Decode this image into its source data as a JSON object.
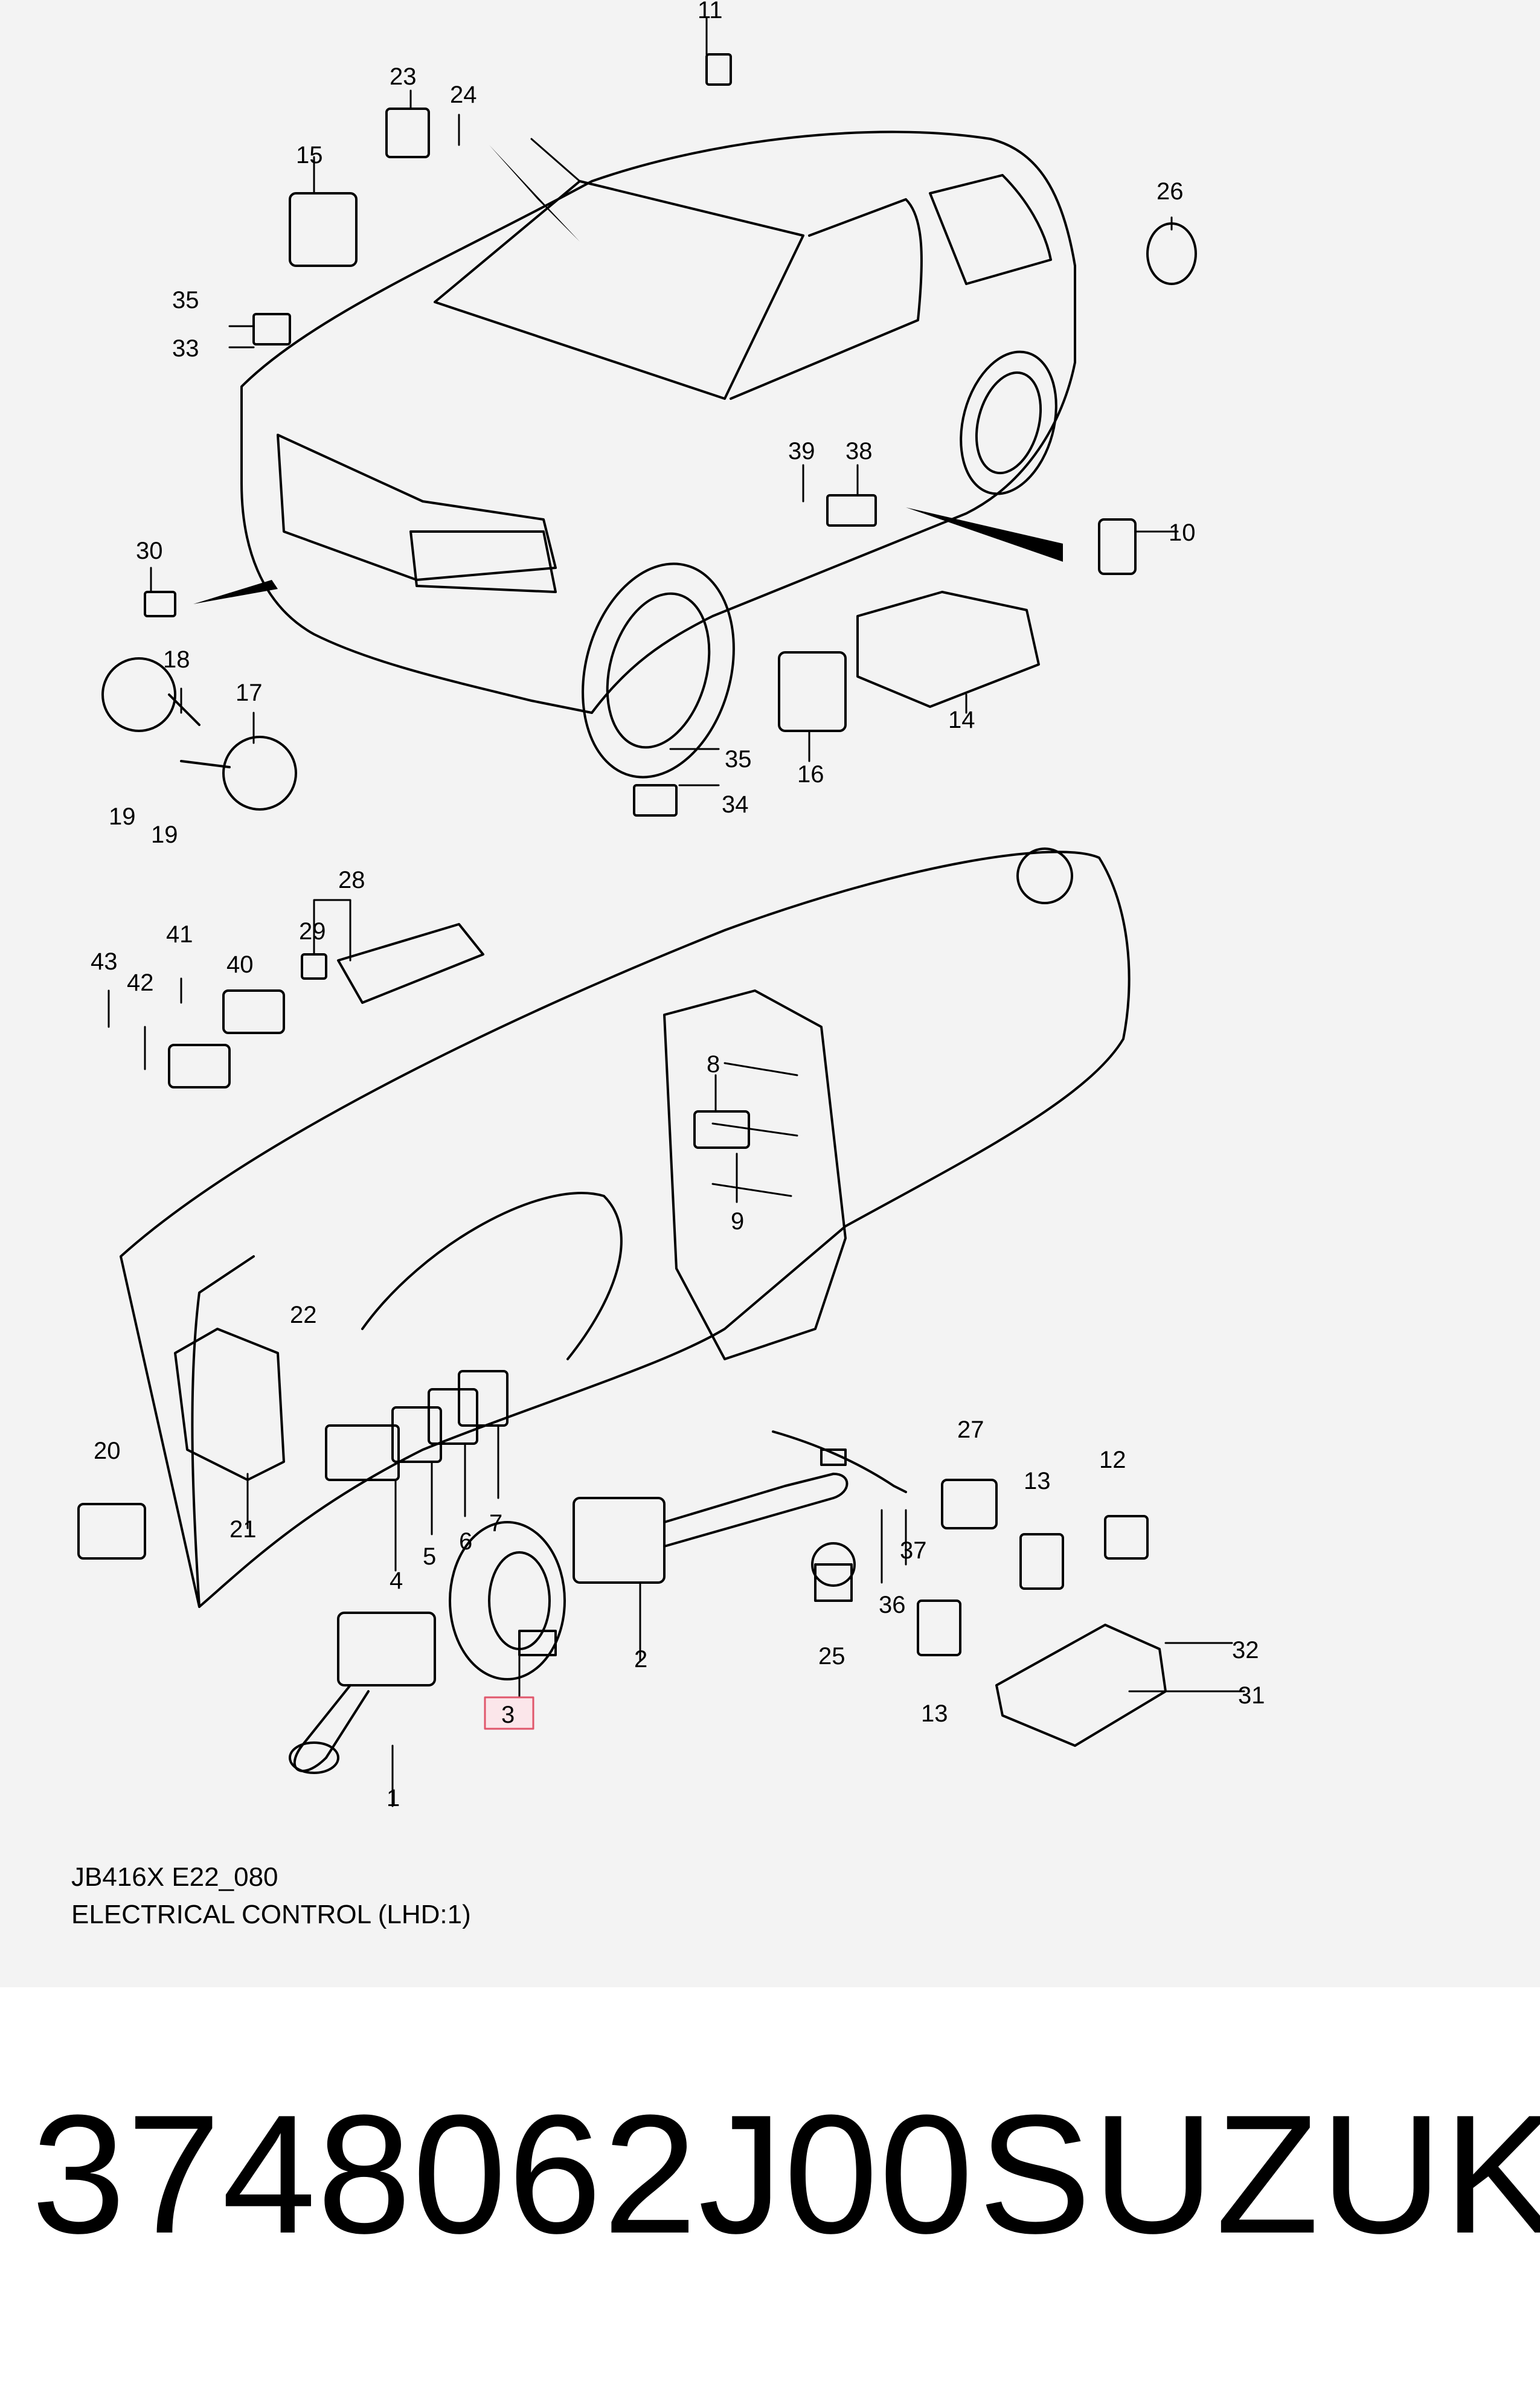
{
  "figure": {
    "code": "JB416X E22_080",
    "title": "ELECTRICAL CONTROL (LHD:1)",
    "highlighted_callout": "3"
  },
  "callouts": {
    "c1": "1",
    "c2": "2",
    "c3": "3",
    "c4": "4",
    "c5": "5",
    "c6": "6",
    "c7": "7",
    "c8": "8",
    "c9": "9",
    "c10": "10",
    "c11": "11",
    "c12": "12",
    "c13a": "13",
    "c13b": "13",
    "c14": "14",
    "c15": "15",
    "c16": "16",
    "c17": "17",
    "c18": "18",
    "c19a": "19",
    "c19b": "19",
    "c20": "20",
    "c21": "21",
    "c22": "22",
    "c23": "23",
    "c24": "24",
    "c25": "25",
    "c26": "26",
    "c27": "27",
    "c28": "28",
    "c29": "29",
    "c30": "30",
    "c31": "31",
    "c32": "32",
    "c33": "33",
    "c34": "34",
    "c35a": "35",
    "c35b": "35",
    "c36": "36",
    "c37": "37",
    "c38": "38",
    "c39": "39",
    "c40": "40",
    "c41": "41",
    "c42": "42",
    "c43": "43"
  },
  "product": {
    "part_number": "3748062J00",
    "brand": "SUZUKI"
  },
  "colors": {
    "panel_background": "#f3f3f3",
    "line": "#000000",
    "highlight_box": "#e0566b"
  }
}
